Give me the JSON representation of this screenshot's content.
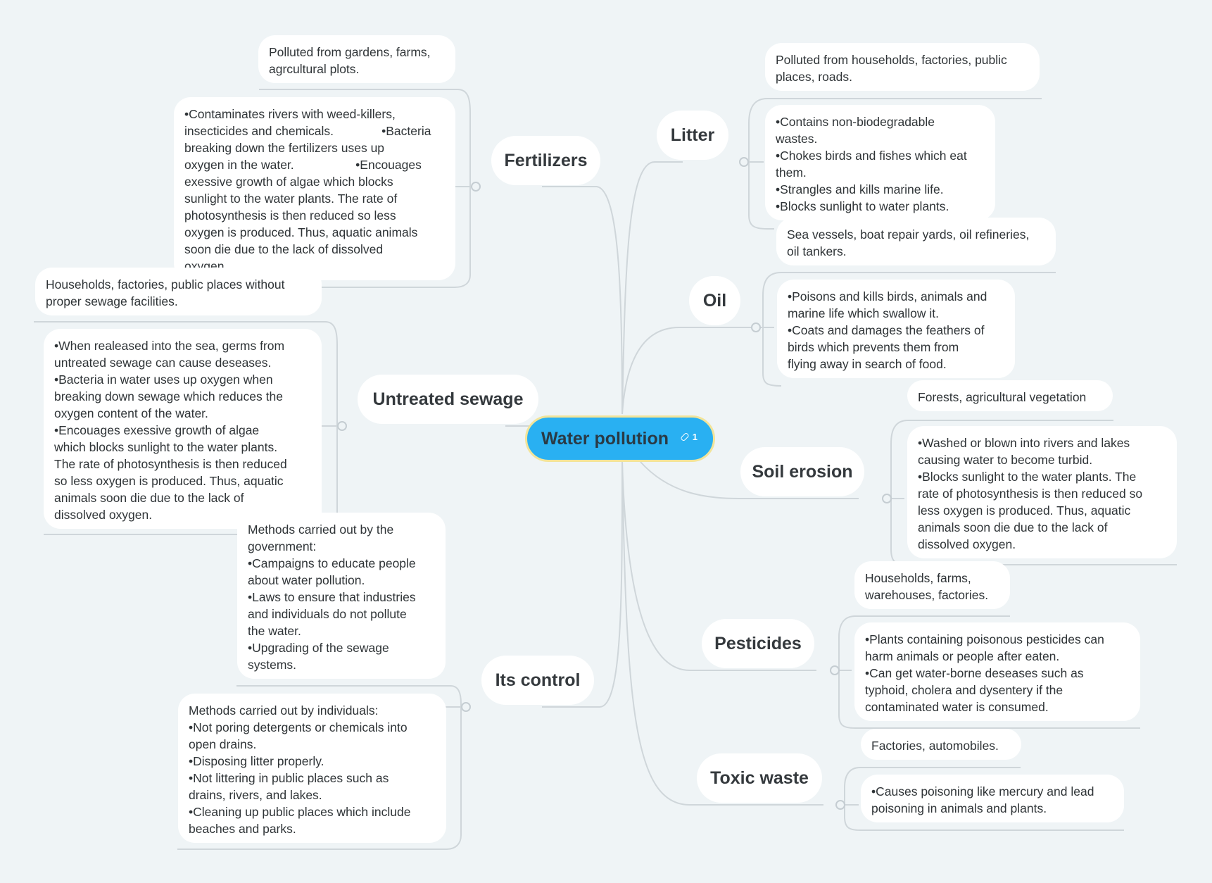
{
  "center": {
    "title": "Water pollution",
    "link_count": "1",
    "icon": "link-icon"
  },
  "topics": {
    "fertilizers": {
      "label": "Fertilizers",
      "source": [
        "Polluted from gardens, farms,",
        "agrcultural plots."
      ],
      "effects": [
        "•Contaminates rivers with weed-killers,",
        "insecticides and chemicals.              •Bacteria",
        "breaking down the fertilizers uses up",
        "oxygen in the water.                  •Encouages",
        "exessive growth of algae which blocks",
        "sunlight to the water plants. The rate of",
        "photosynthesis is then reduced so less",
        "oxygen is produced. Thus, aquatic animals",
        "soon die due to the lack of dissolved",
        "oxygen."
      ]
    },
    "sewage": {
      "label": "Untreated sewage",
      "source": [
        "Households, factories, public places without",
        "proper sewage facilities."
      ],
      "effects": [
        "•When realeased into the sea, germs from",
        "untreated sewage can cause deseases.",
        "•Bacteria in water uses up oxygen when",
        "breaking down sewage which reduces the",
        "oxygen content of the water.",
        "•Encouages exessive growth of algae",
        "which blocks sunlight to the water plants.",
        "The rate of photosynthesis is then reduced",
        "so less oxygen is produced. Thus, aquatic",
        "animals soon die due to the lack of",
        "dissolved oxygen."
      ]
    },
    "control": {
      "label": "Its control",
      "government": [
        "Methods carried out by the",
        "government:",
        "•Campaigns to educate people",
        "about water pollution.",
        "•Laws to ensure that industries",
        "and individuals do not pollute",
        "the water.",
        "•Upgrading of the sewage",
        "systems."
      ],
      "individuals": [
        "Methods carried out by individuals:",
        "•Not poring detergents or chemicals into",
        "open drains.",
        "•Disposing litter properly.",
        "•Not littering in public places such as",
        "drains, rivers, and lakes.",
        "•Cleaning up public places which include",
        "beaches and parks."
      ]
    },
    "litter": {
      "label": "Litter",
      "source": [
        "Polluted from households, factories, public",
        "places, roads."
      ],
      "effects": [
        "•Contains non-biodegradable",
        "wastes.",
        "•Chokes birds and fishes which eat",
        "them.",
        "•Strangles and kills marine life.",
        "•Blocks sunlight to water plants."
      ]
    },
    "oil": {
      "label": "Oil",
      "source": [
        "Sea vessels, boat repair yards, oil refineries,",
        "oil tankers."
      ],
      "effects": [
        "•Poisons and kills birds, animals and",
        "marine life which swallow it.",
        "•Coats and damages the feathers of",
        "birds which prevents them from",
        "flying away in search of food."
      ]
    },
    "soil": {
      "label": "Soil erosion",
      "source": [
        "Forests, agricultural vegetation"
      ],
      "effects": [
        "•Washed or blown into rivers and lakes",
        "causing water to become turbid.",
        "•Blocks sunlight to the water plants. The",
        "rate of photosynthesis is then reduced so",
        "less oxygen is produced. Thus, aquatic",
        "animals soon die due to the lack of",
        "dissolved oxygen."
      ]
    },
    "pesticides": {
      "label": "Pesticides",
      "source": [
        "Households, farms,",
        "warehouses, factories."
      ],
      "effects": [
        "•Plants containing poisonous pesticides can",
        "harm animals or people after eaten.",
        "•Can get water-borne deseases such as",
        "typhoid, cholera and dysentery if the",
        "contaminated water is consumed."
      ]
    },
    "toxic": {
      "label": "Toxic waste",
      "source": [
        "Factories, automobiles."
      ],
      "effects": [
        "•Causes poisoning like mercury and lead",
        "poisoning in animals and plants."
      ]
    }
  }
}
